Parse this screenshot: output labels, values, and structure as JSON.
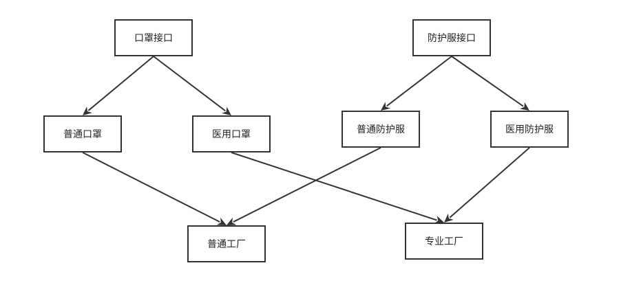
{
  "nodes": {
    "mask_interface": "口罩接口",
    "suit_interface": "防护服接口",
    "mask_normal": "普通口罩",
    "mask_medical": "医用口罩",
    "suit_normal": "普通防护服",
    "suit_medical": "医用防护服",
    "factory_normal": "普通工厂",
    "factory_pro": "专业工厂"
  },
  "edges": [
    {
      "from": "mask_interface",
      "to": "mask_normal"
    },
    {
      "from": "mask_interface",
      "to": "mask_medical"
    },
    {
      "from": "suit_interface",
      "to": "suit_normal"
    },
    {
      "from": "suit_interface",
      "to": "suit_medical"
    },
    {
      "from": "mask_normal",
      "to": "factory_normal"
    },
    {
      "from": "suit_normal",
      "to": "factory_normal"
    },
    {
      "from": "mask_medical",
      "to": "factory_pro"
    },
    {
      "from": "suit_medical",
      "to": "factory_pro"
    }
  ],
  "colors": {
    "stroke": "#333333",
    "text": "#222222",
    "background": "#ffffff"
  }
}
